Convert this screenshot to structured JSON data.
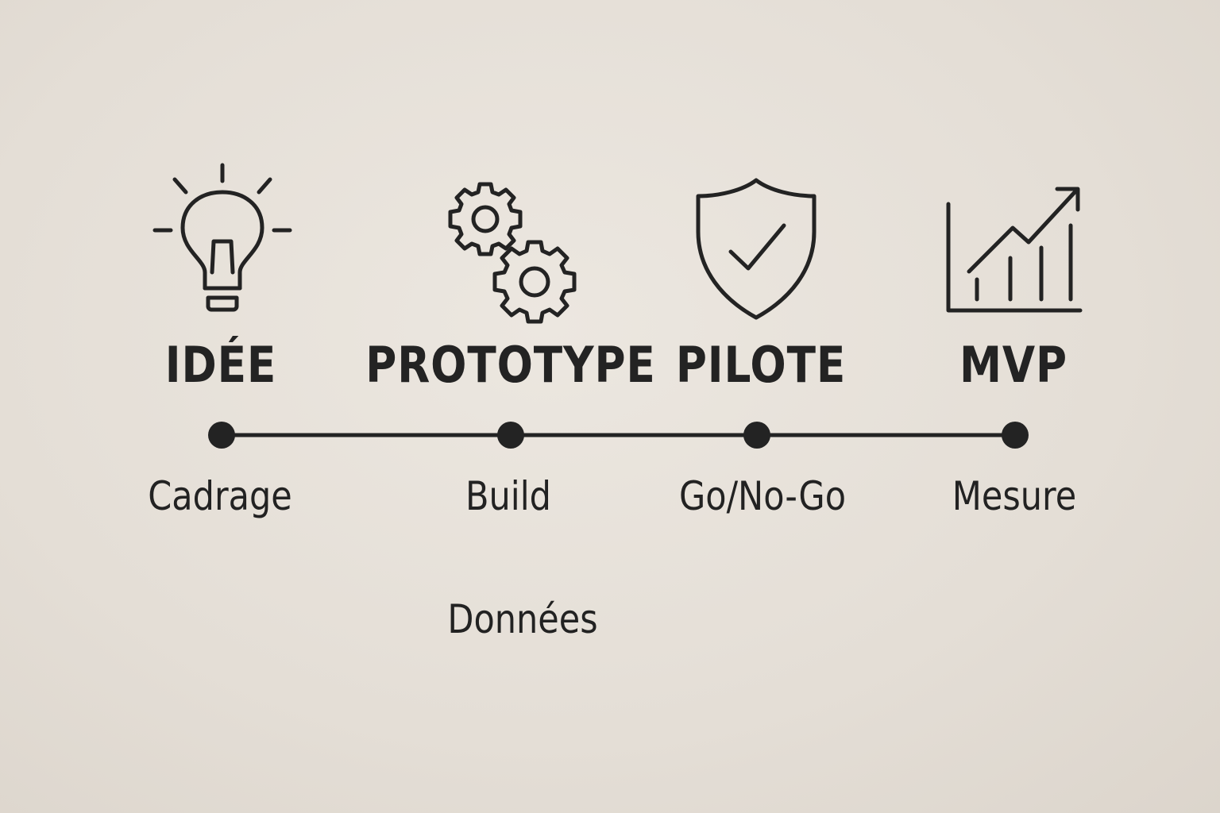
{
  "stages": [
    {
      "title": "IDÉE",
      "subtitle": "Cadrage",
      "icon": "lightbulb-icon"
    },
    {
      "title": "PROTOTYPE",
      "subtitle": "Build",
      "icon": "gears-icon"
    },
    {
      "title": "PILOTE",
      "subtitle": "Go/No-Go",
      "icon": "shield-check-icon"
    },
    {
      "title": "MVP",
      "subtitle": "Mesure",
      "icon": "growth-chart-icon"
    }
  ],
  "extra_label": "Données",
  "colors": {
    "ink": "#232323",
    "background": "#e8e3dc"
  }
}
